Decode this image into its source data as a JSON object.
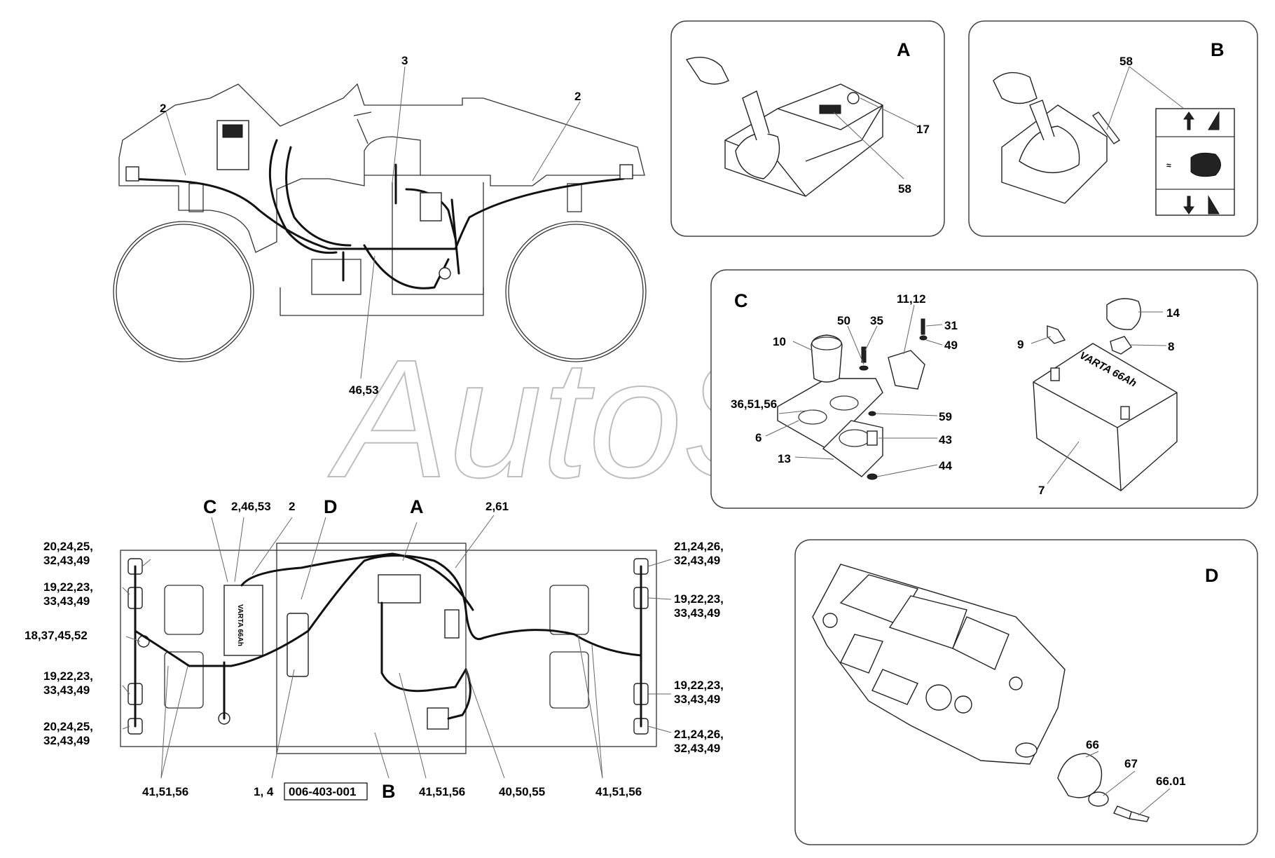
{
  "watermark": "AutoSoft",
  "panels": {
    "A": "A",
    "B": "B",
    "C": "C",
    "D": "D"
  },
  "battery_label": "VARTA 66Ah",
  "battery_label_small": "VARTA 66Ah",
  "drawing_number": "006-403-001",
  "side_view": {
    "callouts": {
      "c1": "2",
      "c2": "3",
      "c3": "2",
      "c4": "46,53"
    }
  },
  "top_view": {
    "letters": {
      "c": "C",
      "d": "D",
      "a": "A",
      "b": "B"
    },
    "callouts": {
      "t_2_46_53": "2,46,53",
      "t_2": "2",
      "t_2_61": "2,61",
      "l1a": "20,24,25,",
      "l1b": "32,43,49",
      "l2a": "19,22,23,",
      "l2b": "33,43,49",
      "l3": "18,37,45,52",
      "l4a": "19,22,23,",
      "l4b": "33,43,49",
      "l5a": "20,24,25,",
      "l5b": "32,43,49",
      "r1a": "21,24,26,",
      "r1b": "32,43,49",
      "r2a": "19,22,23,",
      "r2b": "33,43,49",
      "r3a": "19,22,23,",
      "r3b": "33,43,49",
      "r4a": "21,24,26,",
      "r4b": "32,43,49",
      "b1": "41,51,56",
      "b2": "1, 4",
      "b3": "41,51,56",
      "b4": "40,50,55",
      "b5": "41,51,56"
    }
  },
  "panel_a": {
    "c17": "17",
    "c58": "58"
  },
  "panel_b": {
    "c58": "58"
  },
  "panel_c": {
    "c11_12": "11,12",
    "c50": "50",
    "c35": "35",
    "c31": "31",
    "c49": "49",
    "c10": "10",
    "c36": "36,51,56",
    "c6": "6",
    "c59": "59",
    "c43": "43",
    "c13": "13",
    "c44": "44",
    "c14": "14",
    "c9": "9",
    "c8": "8",
    "c7": "7"
  },
  "panel_d": {
    "c66": "66",
    "c67": "67",
    "c66_01": "66.01"
  }
}
